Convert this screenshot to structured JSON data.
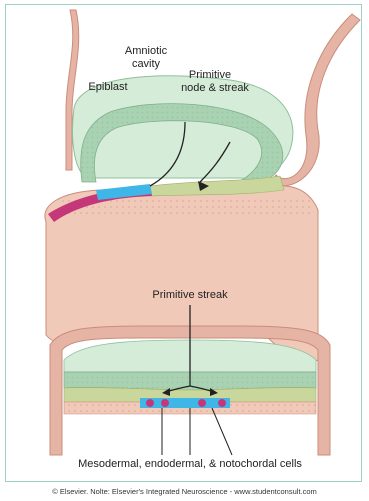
{
  "labels": {
    "amniotic_cavity_line1": "Amniotic",
    "amniotic_cavity_line2": "cavity",
    "epiblast": "Epiblast",
    "primitive_node_line1": "Primitive",
    "primitive_node_line2": "node & streak",
    "primitive_streak": "Primitive streak",
    "cells": "Mesodermal, endodermal, & notochordal cells"
  },
  "footer": {
    "copyright": "© Elsevier. Nolte: Elsevier's Integrated Neuroscience - www.studentconsult.com"
  },
  "colors": {
    "frame": "#9fd0c4",
    "tissue_pink": "#e6b4a4",
    "tissue_dark": "#c98d7b",
    "cavity_green": "#d5ecd9",
    "epiblast_green": "#a9d2b2",
    "mesoderm": "#c9d79d",
    "notochord_blue": "#3fb6e8",
    "cells_magenta": "#c4387a"
  }
}
